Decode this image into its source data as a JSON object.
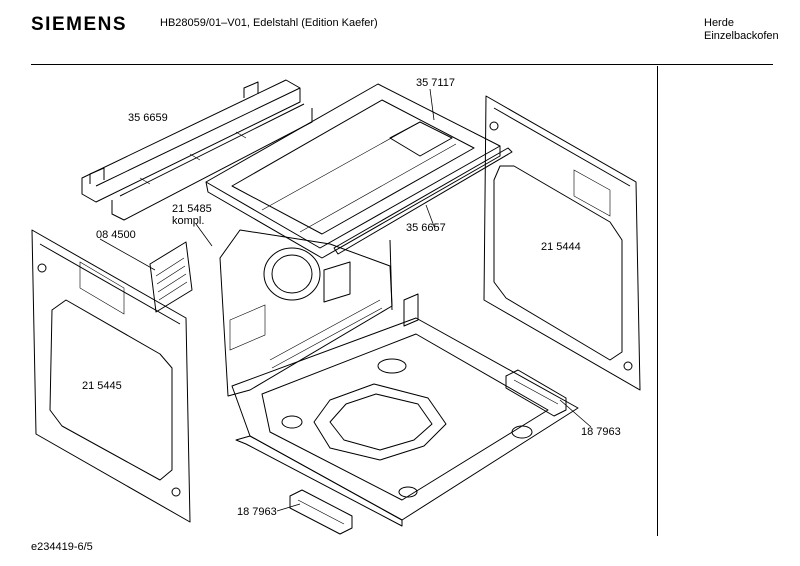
{
  "header": {
    "brand": "SIEMENS",
    "model": "HB28059/01–V01, Edelstahl (Edition Kaefer)",
    "category_line1": "Herde",
    "category_line2": "Einzelbackofen"
  },
  "parts": {
    "rail_top": "35 6659",
    "top_cover": "35  7117",
    "fan_cover": "21 5485",
    "fan_cover_note": "kompl.",
    "grille": "08 4500",
    "front_rail": "35 6657",
    "right_side": "21 5444",
    "left_side": "21 5445",
    "hinge_right": "18 7963",
    "hinge_front": "18 7963"
  },
  "footer": {
    "drawing_id": "e234419-6/5"
  }
}
